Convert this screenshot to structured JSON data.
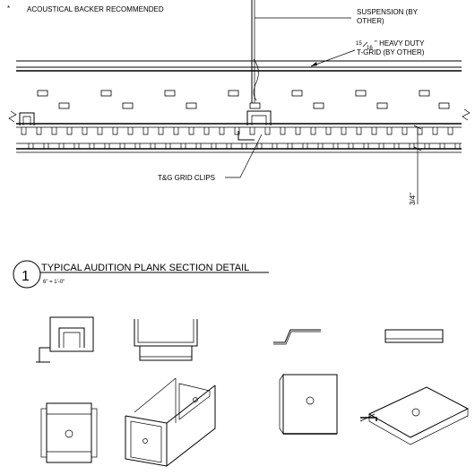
{
  "notes": {
    "bullet": "*",
    "acoustical": "ACOUSTICAL BACKER RECOMMENDED",
    "suspension_line1": "SUSPENSION (BY",
    "suspension_line2": "OTHER)",
    "tgrid_frac_num": "15",
    "tgrid_frac_den": "16",
    "tgrid_line1": "\" HEAVY DUTY",
    "tgrid_line2": "T-GRID (BY OTHER)",
    "clips": "T&G GRID CLIPS",
    "dimension": "3/4\""
  },
  "title_block": {
    "number": "1",
    "title": "TYPICAL AUDITION PLANK SECTION DETAIL",
    "scale": "6\" = 1'-0\""
  }
}
